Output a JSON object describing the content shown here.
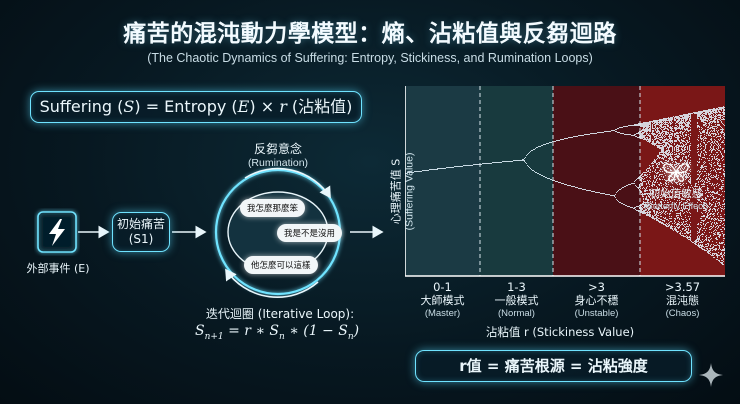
{
  "title": "痛苦的混沌動力學模型：熵、沾粘值與反芻迴路",
  "subtitle": "(The Chaotic Dynamics of Suffering: Entropy, Stickiness, and Rumination Loops)",
  "formula": {
    "a": "Suffering (",
    "s": "S",
    "b": ") = Entropy (",
    "e": "E",
    "c": ") × ",
    "r": "r",
    "d": " (沾粘值)"
  },
  "external_event": {
    "label": "外部事件 (E)"
  },
  "initial_pain": {
    "line1": "初始痛苦",
    "line2": "(S1)"
  },
  "rumination": {
    "title": "反芻意念",
    "title_en": "(Rumination)",
    "thoughts": [
      "我怎麼那麼笨",
      "我是不是沒用",
      "他怎麼可以這樣"
    ]
  },
  "iterative_loop": {
    "label": "迭代迴圈 (Iterative Loop):",
    "eq_lhs": "S",
    "eq_lhs_sub": "n+1",
    "eq_mid": " = r ∗ S",
    "eq_mid_sub": "n",
    "eq_end_a": " ∗ (1 − S",
    "eq_end_sub": "n",
    "eq_end_b": ")"
  },
  "chart_data": {
    "type": "diagram",
    "ylabel_zh": "心理痛苦值 S",
    "ylabel_en": "(Suffering Value)",
    "xlabel": "沾粘值 r (Stickiness Value)",
    "regimes": [
      {
        "range": "0-1",
        "name": "大師模式",
        "en": "(Master)",
        "color": "#1b3a44"
      },
      {
        "range": "1-3",
        "name": "一般模式",
        "en": "(Normal)",
        "color": "#183a3e"
      },
      {
        "range": ">3",
        "name": "身心不穩",
        "en": "(Unstable)",
        "color": "#4a1016"
      },
      {
        "range": ">3.57",
        "name": "混沌態",
        "en": "(Chaos)",
        "color": "#7a1717"
      }
    ],
    "annotation": {
      "text": "初始值敏感",
      "text_en": "(Butterfly Effect)"
    }
  },
  "bottom_formula": "r值 = 痛苦根源 = 沾粘強度",
  "colors": {
    "accent": "#6fe3ff",
    "bifurcation": "#e6f6ff"
  }
}
